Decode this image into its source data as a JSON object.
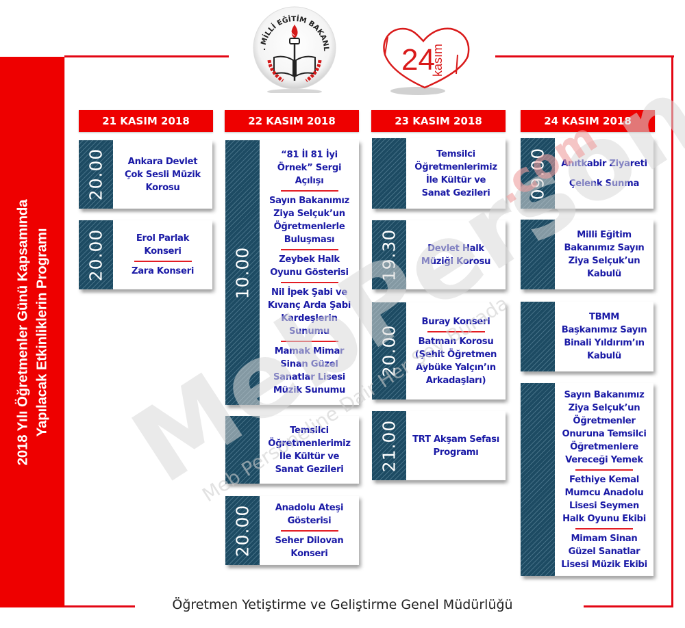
{
  "side_title": {
    "line1": "2018 Yılı Öğretmenler Günü Kapsamında",
    "line2": "Yapılacak Etkinliklerin Programı"
  },
  "logos": {
    "meb": {
      "ring_text": "T.C. MİLLİ EĞİTİM BAKANLIĞI",
      "icon": "torch-book-emblem-icon"
    },
    "kasim24": {
      "number": "24",
      "word": "kasım",
      "icon": "heart-book-icon"
    }
  },
  "colors": {
    "red": "#ee0000",
    "time_strip": "#1d4b63",
    "event_text": "#1a1aa6",
    "separator": "#e31c23"
  },
  "columns": [
    {
      "date": "21 KASIM 2018",
      "cards": [
        {
          "time": "20.00",
          "events": [
            "Ankara Devlet\nÇok Sesli Müzik\nKorosu"
          ]
        },
        {
          "time": "20.00",
          "events": [
            "Erol Parlak\nKonseri",
            "Zara Konseri"
          ]
        }
      ]
    },
    {
      "date": "22 KASIM 2018",
      "cards": [
        {
          "time": "10.00",
          "events": [
            "“81 İl 81 İyi\nÖrnek” Sergi\nAçılışı",
            "Sayın Bakanımız\nZiya Selçuk’un\nÖğretmenlerle\nBuluşması",
            "Zeybek  Halk\nOyunu Gösterisi",
            "Nil İpek Şabi ve\nKıvanç Arda Şabi\nKardeşlerin\nSunumu",
            "Mamak Mimar\nSinan Güzel\nSanatlar Lisesi\nMüzik Sunumu"
          ]
        },
        {
          "time": "",
          "events": [
            "Temsilci\nÖğretmenlerimiz\nİle Kültür ve\nSanat Gezileri"
          ]
        },
        {
          "time": "20.00",
          "events": [
            "Anadolu Ateşi\nGösterisi",
            "Seher Dilovan\nKonseri"
          ]
        }
      ]
    },
    {
      "date": "23 KASIM 2018",
      "cards": [
        {
          "time": "",
          "events": [
            "Temsilci\nÖğretmenlerimiz\nİle Kültür ve\nSanat Gezileri"
          ]
        },
        {
          "time": "19.30",
          "events": [
            "Devlet Halk\nMüziği Korosu"
          ]
        },
        {
          "time": "20.00",
          "events": [
            "Buray Konseri",
            "Batman Korosu\n(Şehit Öğretmen\nAybüke Yalçın’ın\nArkadaşları)"
          ]
        },
        {
          "time": "21.00",
          "events": [
            "TRT Akşam Sefası\nProgramı"
          ]
        }
      ]
    },
    {
      "date": "24 KASIM 2018",
      "cards": [
        {
          "time": "09.00",
          "events": [
            "Anıtkabir Ziyareti",
            "Çelenk Sunma"
          ],
          "separator_hidden": true
        },
        {
          "time": "",
          "events": [
            "Milli Eğitim\nBakanımız Sayın\nZiya Selçuk’un\nKabulü"
          ]
        },
        {
          "time": "",
          "events": [
            "TBMM\nBaşkanımız Sayın\nBinali Yıldırım’ın\nKabulü"
          ]
        },
        {
          "time": "",
          "events": [
            "Sayın Bakanımız\nZiya Selçuk’un\nÖğretmenler\nOnuruna Temsilci\nÖğretmenlere\nVereceği Yemek",
            "Fethiye Kemal\nMumcu Anadolu\nLisesi Seymen\nHalk Oyunu Ekibi",
            "Mimam Sinan\nGüzel Sanatlar\nLisesi Müzik Ekibi"
          ]
        }
      ]
    }
  ],
  "footer": {
    "text": "Öğretmen Yetiştirme ve Geliştirme Genel Müdürlüğü"
  },
  "watermark": {
    "brand": "MebPersonel",
    "suffix": ".com",
    "tagline": "Meb Personeline Dair Her Şey Burada"
  }
}
